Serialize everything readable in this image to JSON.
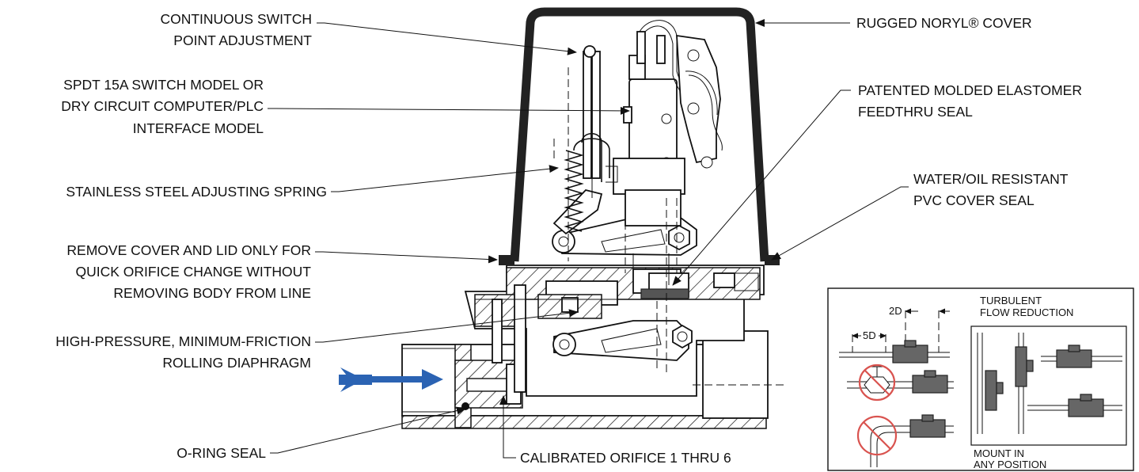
{
  "callouts_left": {
    "switch_point": [
      "CONTINUOUS SWITCH",
      "POINT ADJUSTMENT"
    ],
    "switch_model": [
      "SPDT 15A SWITCH MODEL OR",
      "DRY CIRCUIT COMPUTER/PLC",
      "INTERFACE MODEL"
    ],
    "spring": [
      "STAINLESS STEEL ADJUSTING SPRING"
    ],
    "remove_cover": [
      "REMOVE COVER AND LID ONLY FOR",
      "QUICK ORIFICE CHANGE WITHOUT",
      "REMOVING BODY FROM LINE"
    ],
    "diaphragm": [
      "HIGH-PRESSURE, MINIMUM-FRICTION",
      "ROLLING DIAPHRAGM"
    ],
    "oring": [
      "O-RING SEAL"
    ]
  },
  "callouts_right": {
    "cover": [
      "RUGGED NORYL® COVER"
    ],
    "feedthru": [
      "PATENTED MOLDED ELASTOMER",
      "FEEDTHRU SEAL"
    ],
    "cover_seal": [
      "WATER/OIL RESISTANT",
      "PVC COVER SEAL"
    ]
  },
  "callout_bottom": {
    "orifice": [
      "CALIBRATED ORIFICE 1 THRU 6"
    ]
  },
  "inset": {
    "dim_2d": "2D",
    "dim_5d": "5D",
    "turbulent": [
      "TURBULENT",
      "FLOW REDUCTION"
    ],
    "mount": [
      "MOUNT IN",
      "ANY POSITION"
    ]
  },
  "colors": {
    "flow_arrow": "#2b63b3",
    "no_symbol": "#d9534f",
    "cover": "#222222"
  },
  "icons": {
    "flow_direction": "flow-arrow-icon",
    "prohibited": "no-symbol-icon"
  }
}
